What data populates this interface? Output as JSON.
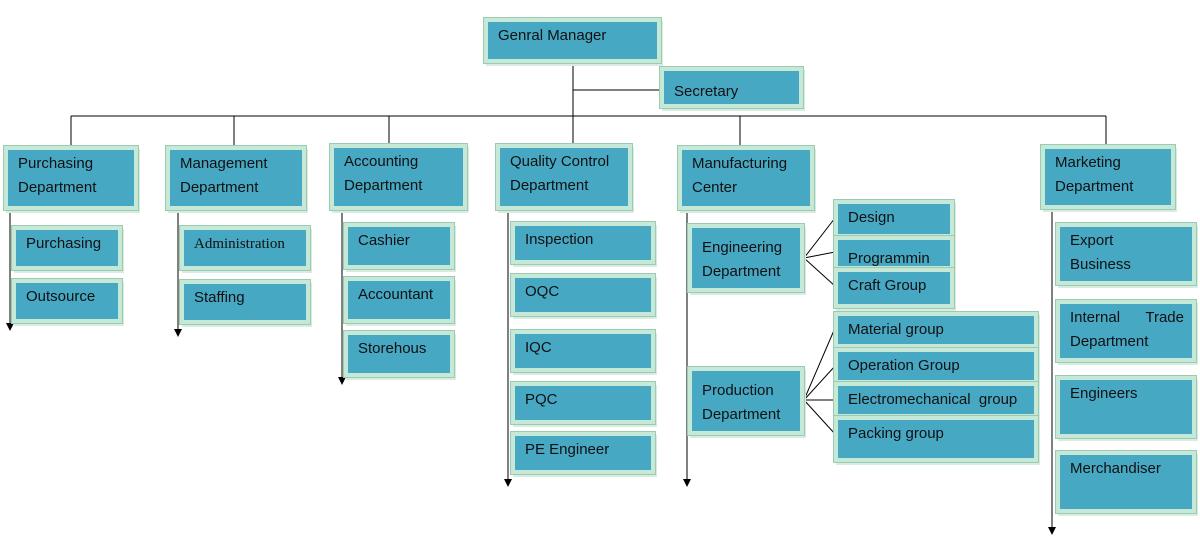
{
  "top": {
    "general_manager": "Genral Manager",
    "secretary": "Secretary"
  },
  "purchasing": {
    "head": "Purchasing\nDepartment",
    "items": [
      "Purchasing",
      "Outsource"
    ]
  },
  "management": {
    "head": "Management\nDepartment",
    "items": [
      "Administration",
      "Staffing"
    ]
  },
  "accounting": {
    "head": "Accounting\nDepartment",
    "items": [
      "Cashier",
      "Accountant",
      "Storehous"
    ]
  },
  "quality": {
    "head": "Quality Control\nDepartment",
    "items": [
      "Inspection",
      "OQC",
      "IQC",
      "PQC",
      "PE Engineer"
    ]
  },
  "manufacturing": {
    "head": "Manufacturing\nCenter",
    "engineering": {
      "head": "Engineering\nDepartment",
      "items": [
        "Design",
        "Programmin",
        "Craft Group"
      ]
    },
    "production": {
      "head": "Production\nDepartment",
      "items": [
        "Material group",
        "Operation Group",
        "Electromechanical  group",
        "Packing group"
      ]
    }
  },
  "marketing": {
    "head": "Marketing\nDepartment",
    "items": [
      "Export\nBusiness",
      "Internal   Trade\nDepartment",
      "Engineers",
      "Merchandiser"
    ]
  }
}
